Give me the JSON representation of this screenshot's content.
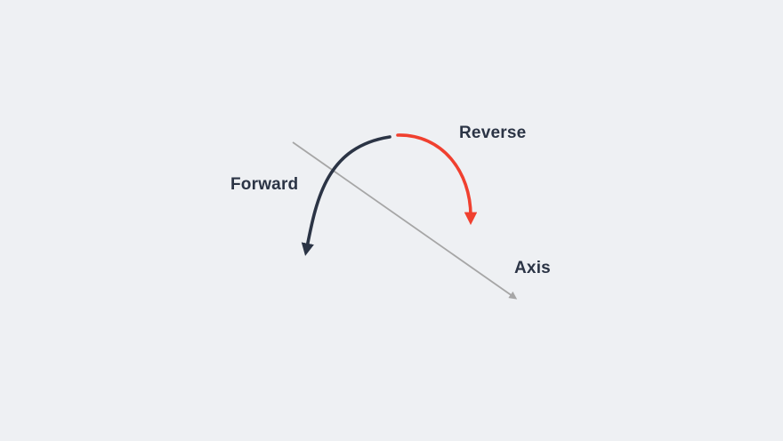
{
  "diagram": {
    "title": "rotation-direction-diagram",
    "labels": {
      "forward": "Forward",
      "reverse": "Reverse",
      "axis": "Axis"
    },
    "colors": {
      "forward": "#2b3445",
      "reverse": "#f0402f",
      "axis": "#a6a6a6",
      "label": "#2b3445",
      "background": "#eef0f3"
    }
  }
}
